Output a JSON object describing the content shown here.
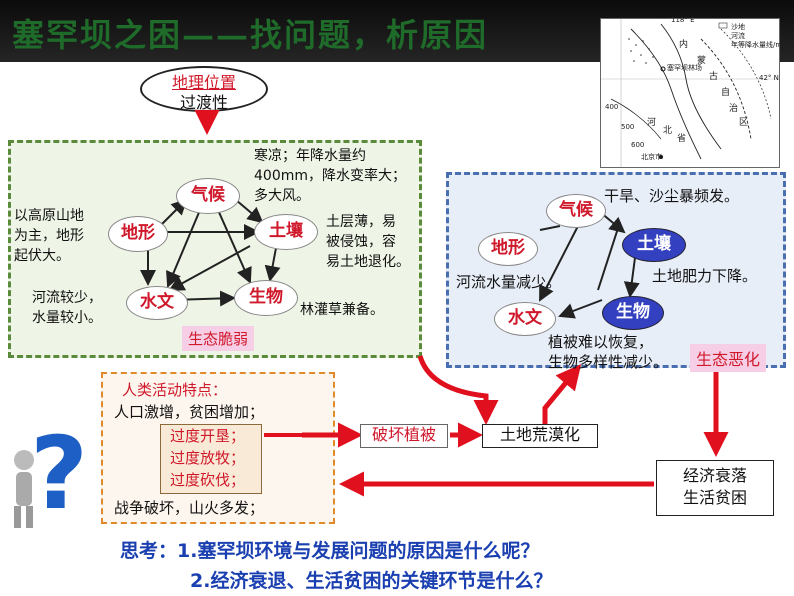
{
  "header": {
    "title": "塞罕坝之困——找问题，析原因"
  },
  "map": {
    "coord_lon": "118° E",
    "coord_lat": "42° N",
    "legend": [
      "沙地",
      "河流",
      "年等降水量线/mm"
    ],
    "region": [
      "内",
      "蒙",
      "古",
      "自",
      "治",
      "区"
    ],
    "province": [
      "河",
      "北",
      "省"
    ],
    "place_saihanba": "塞罕坝林场",
    "place_beijing": "北京市",
    "isohyets": [
      "400",
      "500",
      "600"
    ]
  },
  "geo": {
    "label_top": "地理位置",
    "label_bottom": "过渡性"
  },
  "natural": {
    "nodes": {
      "climate": "气候",
      "terrain": "地形",
      "soil": "土壤",
      "hydrology": "水文",
      "biology": "生物"
    },
    "climate_text": [
      "寒凉；年降水量约",
      "400mm，降水变率大；",
      "多大风。"
    ],
    "terrain_text": [
      "以高原山地",
      "为主，地形",
      "起伏大。"
    ],
    "soil_text": [
      "土层薄，易",
      "被侵蚀，容",
      "易土地退化。"
    ],
    "hydro_text": [
      "河流较少，",
      "水量较小。"
    ],
    "bio_text": "林灌草兼备。",
    "fragile_label": "生态脆弱"
  },
  "degraded": {
    "nodes": {
      "climate": "气候",
      "terrain": "地形",
      "soil": "土壤",
      "hydrology": "水文",
      "biology": "生物"
    },
    "climate_text": "干旱、沙尘暴频发。",
    "hydro_text": "河流水量减少。",
    "soil_text": "土地肥力下降。",
    "bio_text": [
      "植被难以恢复，",
      "生物多样性减少。"
    ],
    "worse_label": "生态恶化"
  },
  "human": {
    "title": "人类活动特点：",
    "line1": "人口激增，贫困增加；",
    "items": [
      "过度开垦；",
      "过度放牧；",
      "过度砍伐；"
    ],
    "line_last": "战争破坏，山火多发；"
  },
  "flow": {
    "destroy": "破坏植被",
    "desert": "土地荒漠化",
    "econ": [
      "经济衰落",
      "生活贫困"
    ]
  },
  "questions": {
    "q1": "思考：1.塞罕坝环境与发展问题的原因是什么呢？",
    "q2": "2.经济衰退、生活贫困的关键环节是什么？"
  },
  "colors": {
    "red_arrow": "#e0101e",
    "title_green": "#1f6b2a",
    "question_blue": "#1a3fb0"
  },
  "icons": [
    "question-figure-icon"
  ]
}
